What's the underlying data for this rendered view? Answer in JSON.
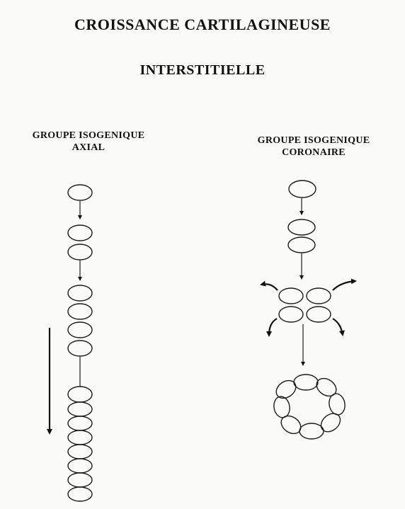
{
  "title_line1": "CROISSANCE CARTILAGINEUSE",
  "title_line2": "INTERSTITIELLE",
  "groups": {
    "axial": {
      "label_line1": "GROUPE ISOGENIQUE",
      "label_line2": "AXIAL"
    },
    "coronaire": {
      "label_line1": "GROUPE ISOGENIQUE",
      "label_line2": "CORONAIRE"
    }
  }
}
